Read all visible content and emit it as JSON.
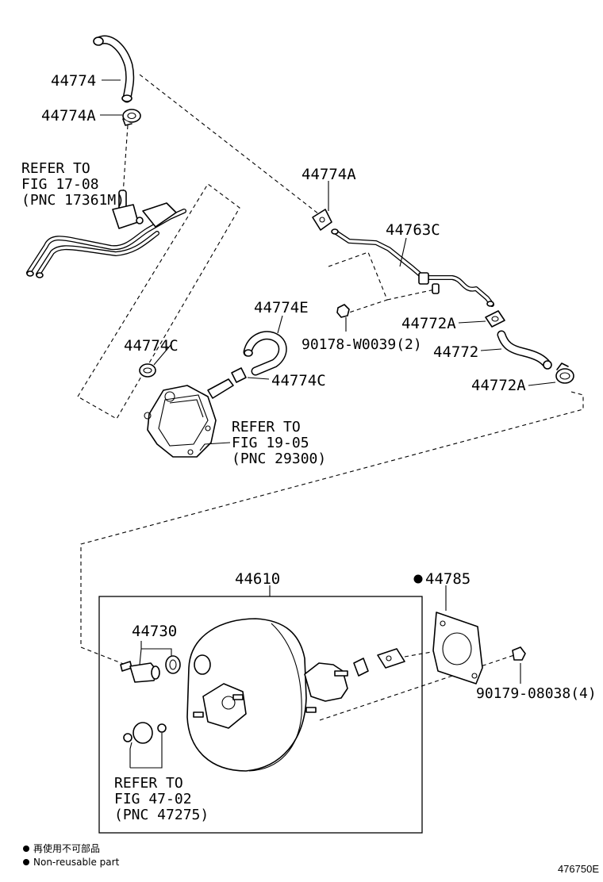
{
  "labels": {
    "p44774": "44774",
    "p44774A_top": "44774A",
    "p44774A_mid": "44774A",
    "p44763C": "44763C",
    "p44774E": "44774E",
    "p44774C_left": "44774C",
    "p44774C_right": "44774C",
    "p44772A_upper": "44772A",
    "p44772": "44772",
    "p44772A_lower": "44772A",
    "p90178": "90178-W0039(2)",
    "p44610": "44610",
    "p44730": "44730",
    "p44785": "44785",
    "p90179": "90179-08038(4)"
  },
  "refs": {
    "fig17": [
      "REFER TO",
      "FIG 17-08",
      "(PNC 17361M)"
    ],
    "fig19": [
      "REFER TO",
      "FIG 19-05",
      "(PNC 29300)"
    ],
    "fig47": [
      "REFER TO",
      "FIG 47-02",
      "(PNC 47275)"
    ]
  },
  "legend": {
    "chinese": "再使用不可部品",
    "english": "Non-reusable part"
  },
  "figure_id": "476750E"
}
